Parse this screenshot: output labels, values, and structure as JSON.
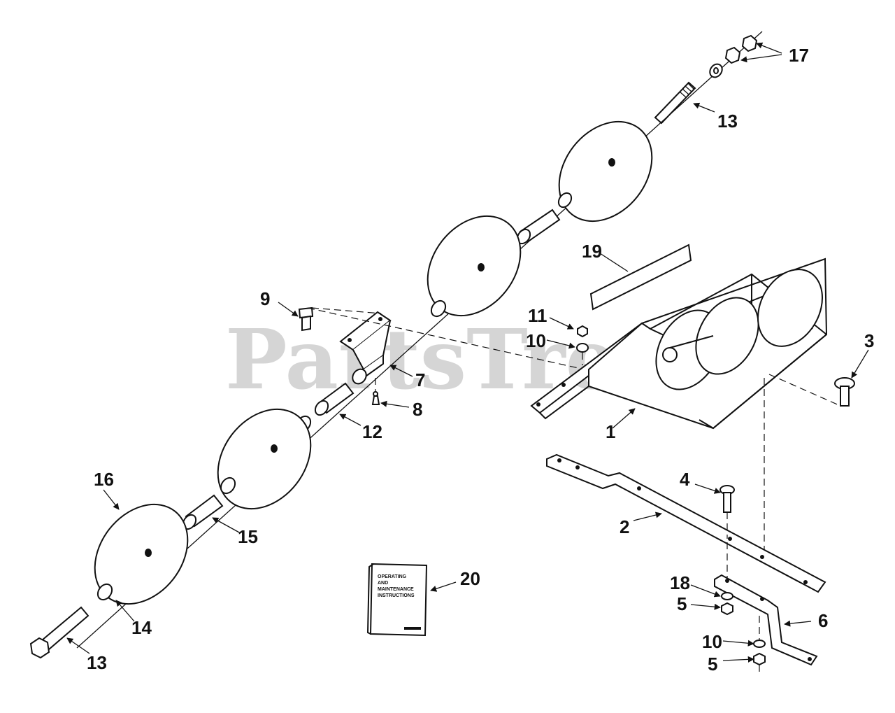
{
  "watermark": "PartsTree",
  "booklet": {
    "line1": "OPERATING",
    "line2": "AND",
    "line3": "MAINTENANCE",
    "line4": "INSTRUCTIONS"
  },
  "callouts": {
    "c17": "17",
    "c13_top": "13",
    "c19": "19",
    "c9": "9",
    "c11": "11",
    "c10_upper": "10",
    "c7": "7",
    "c8": "8",
    "c3": "3",
    "c12": "12",
    "c1": "1",
    "c16": "16",
    "c4": "4",
    "c15": "15",
    "c2": "2",
    "c20": "20",
    "c18": "18",
    "c5_upper": "5",
    "c6": "6",
    "c14": "14",
    "c10_lower": "10",
    "c5_lower": "5",
    "c13_bottom": "13"
  }
}
